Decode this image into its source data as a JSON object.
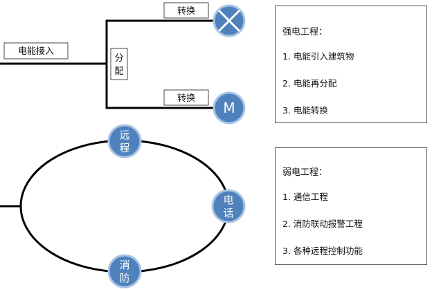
{
  "power_input_label": "电能接入",
  "distribution_label": [
    "分",
    "配"
  ],
  "switch_labels": [
    "转换",
    "转换"
  ],
  "motor_label": "M",
  "ring_nodes": {
    "remote": [
      "远",
      "程"
    ],
    "phone": [
      "电",
      "话"
    ],
    "fire": [
      "消",
      "防"
    ]
  },
  "strong_panel": {
    "title": "强电工程：",
    "items": [
      "1. 电能引入建筑物",
      "2. 电能再分配",
      "3. 电能转换"
    ]
  },
  "weak_panel": {
    "title": "弱电工程：",
    "items": [
      "1. 通信工程",
      "2. 消防联动报警工程",
      "3. 各种远程控制功能"
    ]
  },
  "colors": {
    "node_fill": "#4f81bd",
    "node_stroke": "#a9c4e2",
    "line": "#000000"
  },
  "icons": [
    "lamp-cross-icon",
    "motor-icon"
  ]
}
